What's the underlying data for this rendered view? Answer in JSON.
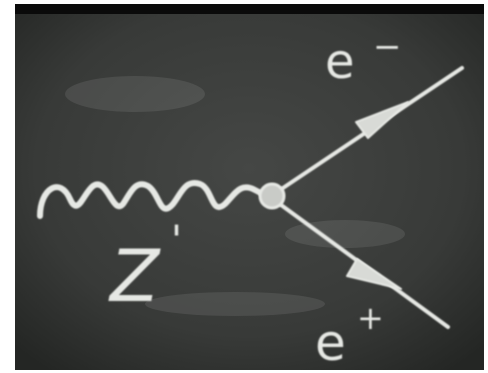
{
  "diagram": {
    "boson_label": "Z",
    "boson_superscript": "'",
    "electron_label": "e",
    "electron_superscript": "−",
    "positron_label": "e",
    "positron_superscript": "+"
  },
  "colors": {
    "board": "#3b3d3b",
    "board_dark": "#242624",
    "frame_top": "#050505",
    "chalk": "#e6e8e4"
  }
}
